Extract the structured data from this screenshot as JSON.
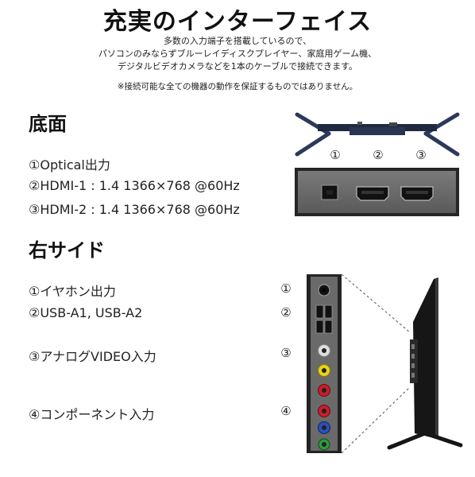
{
  "title": "充実のインターフェイス",
  "intro_lines": [
    "多数の入力端子を搭載しているので、",
    "パソコンのみならずブルーレイディスクプレイヤー、家庭用ゲーム機、",
    "デジタルビデオカメラなどを1本のケーブルで接続できます。"
  ],
  "note": "※接続可能な全ての機器の動作を保証するものではありません。",
  "bottom_section": {
    "heading": "底面",
    "items": [
      "①Optical出力",
      "②HDMI-1 : 1.4 1366×768 @60Hz",
      "③HDMI-2 : 1.4 1366×768 @60Hz"
    ],
    "port_numbers": [
      "①",
      "②",
      "③"
    ]
  },
  "right_section": {
    "heading": "右サイド",
    "items": [
      "①イヤホン出力",
      "②USB-A1, USB-A2",
      "③アナログVIDEO入力",
      "④コンポーネント入力"
    ],
    "port_numbers": [
      "①",
      "②",
      "③",
      "④"
    ]
  },
  "colors": {
    "panel_dark": "#2a2a2a",
    "panel_mid": "#6b6b6b",
    "yellow_jack": "#e8d21a",
    "red_jack": "#c81e2a",
    "white_jack": "#e6e6e6",
    "green_jack": "#2e9a3c",
    "blue_jack": "#2a4fb8"
  }
}
